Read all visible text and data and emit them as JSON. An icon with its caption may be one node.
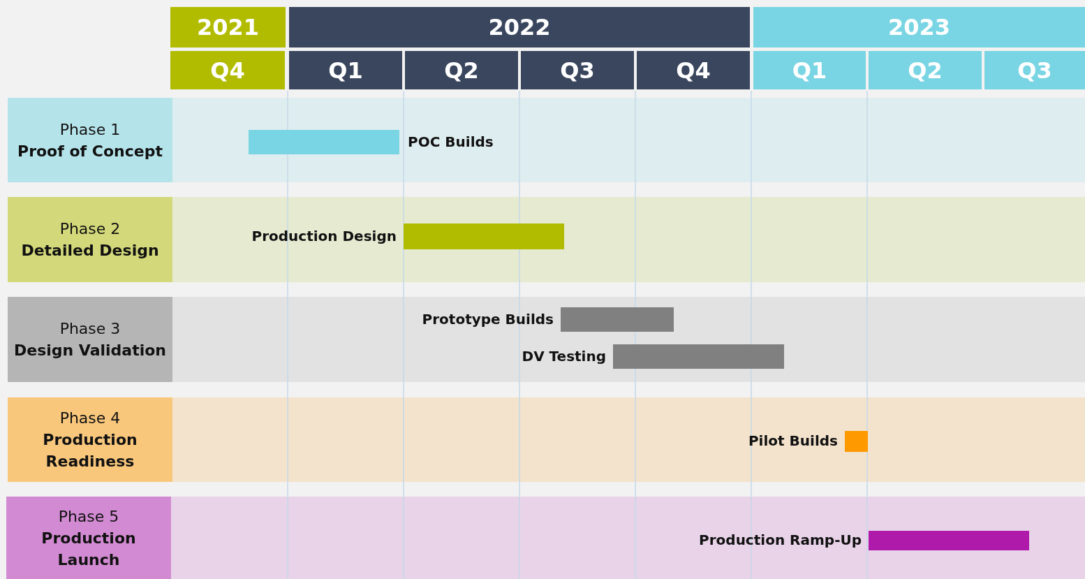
{
  "diagram": {
    "nodes": [
      {
        "text": [
          "2021"
        ]
      },
      {
        "text": [
          "2022"
        ]
      },
      {
        "text": [
          "2023"
        ]
      },
      {
        "text": [
          "Q4"
        ]
      },
      {
        "text": [
          "Q1"
        ]
      },
      {
        "text": [
          "Q2"
        ]
      },
      {
        "text": [
          "Q3"
        ]
      },
      {
        "text": [
          "Q4"
        ]
      },
      {
        "text": [
          "Q1"
        ]
      },
      {
        "text": [
          "Q2"
        ]
      },
      {
        "text": [
          "Q3"
        ]
      },
      {
        "text": [
          "Phase 1",
          "Proof of Concept"
        ]
      },
      {
        "text": [
          "Phase 2",
          "Detailed Design"
        ]
      },
      {
        "text": [
          "Phase 3",
          "Design Validation"
        ]
      },
      {
        "text": [
          "Phase 4",
          "Production Readiness"
        ]
      },
      {
        "text": [
          "Phase 5",
          "Production Launch"
        ]
      },
      {
        "text": [],
        "shape": "bar",
        "beside": [
          "POC Builds"
        ]
      },
      {
        "text": [],
        "shape": "bar",
        "beside": [
          "Production Design"
        ]
      },
      {
        "text": [],
        "shape": "bar",
        "beside": [
          "Prototype Builds"
        ]
      },
      {
        "text": [],
        "shape": "bar",
        "beside": [
          "DV Testing"
        ]
      },
      {
        "text": [],
        "shape": "bar",
        "beside": [
          "Pilot Builds"
        ]
      },
      {
        "text": [],
        "shape": "bar",
        "beside": [
          "Production Ramp-Up"
        ]
      }
    ],
    "edges": []
  }
}
